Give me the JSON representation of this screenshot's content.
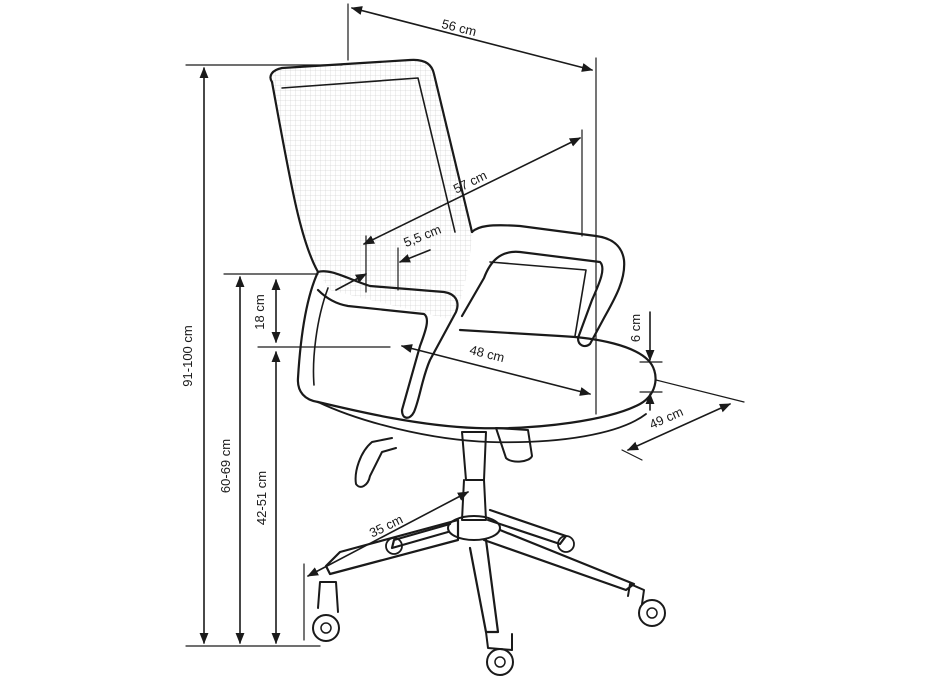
{
  "dimensions": {
    "width": "56 cm",
    "depth_total": "57 cm",
    "armrest_width": "5,5 cm",
    "backrest_lower": "18 cm",
    "seat_width": "48 cm",
    "total_height": "91-100 cm",
    "armrest_height": "60-69 cm",
    "seat_height": "42-51 cm",
    "seat_thickness": "6 cm",
    "seat_depth": "49 cm",
    "base_radius": "35 cm"
  }
}
